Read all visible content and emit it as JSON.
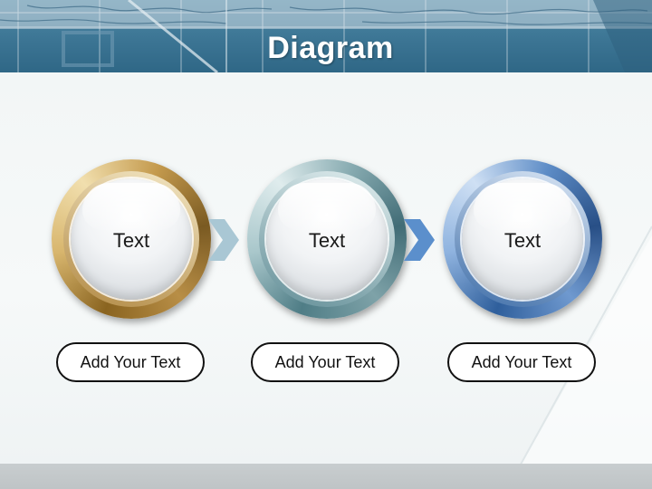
{
  "title": "Diagram",
  "steps": [
    {
      "label": "Text",
      "caption": "Add Your Text"
    },
    {
      "label": "Text",
      "caption": "Add Your Text"
    },
    {
      "label": "Text",
      "caption": "Add Your Text"
    }
  ],
  "colors": {
    "gold": "#c49a4d",
    "teal": "#86aab0",
    "blue": "#5d8cc6",
    "arrow_1": "#a9c7d4",
    "arrow_2": "#5b8fcc",
    "header": "#3c7594"
  }
}
